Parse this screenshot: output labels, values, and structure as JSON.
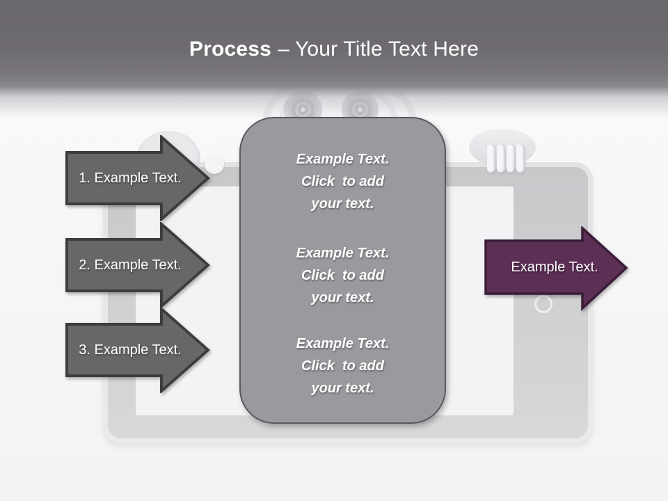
{
  "slide": {
    "title": {
      "bold": "Process",
      "rest": "– Your Title Text Here"
    },
    "arrows": [
      {
        "label": "1. Example Text."
      },
      {
        "label": "2. Example Text."
      },
      {
        "label": "3. Example Text."
      }
    ],
    "result_arrow": {
      "label": "Example Text."
    },
    "panel": {
      "blocks": [
        {
          "lines": [
            "Example Text.",
            "Click  to add",
            "your text."
          ]
        },
        {
          "lines": [
            "Example Text.",
            "Click  to add",
            "your text."
          ]
        },
        {
          "lines": [
            "Example Text.",
            "Click  to add",
            "your text."
          ]
        }
      ]
    },
    "decor": {
      "illustration": "tablet-held-by-cartoon-hands"
    },
    "colors": {
      "header_dark": "#6a676c",
      "arrow_gray": "#696669",
      "arrow_border": "#3f3c40",
      "panel_gray": "#9c999e",
      "panel_border": "#5a585c",
      "accent_purple": "#5c3055",
      "purple_border": "#3b1c37"
    }
  }
}
